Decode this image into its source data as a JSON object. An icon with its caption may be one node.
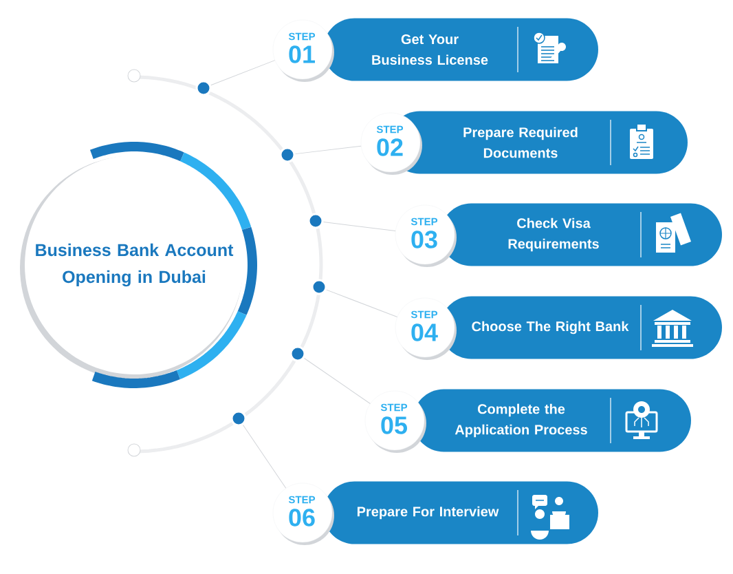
{
  "diagram": {
    "nodes": [
      {
        "text": [
          "Business Bank Account Opening in Dubai"
        ]
      },
      {
        "text": [],
        "shape": "circle"
      },
      {
        "text": [],
        "shape": "circle"
      },
      {
        "text": [],
        "shape": "circle"
      },
      {
        "text": [],
        "shape": "circle"
      },
      {
        "text": [],
        "shape": "circle"
      },
      {
        "text": [],
        "shape": "circle"
      },
      {
        "text": [
          "STEP",
          "01"
        ]
      },
      {
        "text": [
          "Get Your Business License"
        ]
      },
      {
        "text": [
          "STEP",
          "02"
        ]
      },
      {
        "text": [
          "Prepare Required Documents"
        ]
      },
      {
        "text": [
          "STEP",
          "03"
        ]
      },
      {
        "text": [
          "Check Visa Requirements"
        ]
      },
      {
        "text": [
          "STEP",
          "04"
        ]
      },
      {
        "text": [
          "Choose The Right Bank"
        ]
      },
      {
        "text": [
          "STEP",
          "05"
        ]
      },
      {
        "text": [
          "Complete the Application Process"
        ]
      },
      {
        "text": [
          "STEP",
          "06"
        ]
      },
      {
        "text": [
          "Prepare For Interview"
        ]
      }
    ],
    "edges": [
      {
        "from": 1,
        "to": 7,
        "arrow": "none"
      },
      {
        "from": 2,
        "to": 9,
        "arrow": "none"
      },
      {
        "from": 3,
        "to": 11,
        "arrow": "none"
      },
      {
        "from": 4,
        "to": 13,
        "arrow": "none"
      },
      {
        "from": 5,
        "to": 15,
        "arrow": "none"
      },
      {
        "from": 6,
        "to": 17,
        "arrow": "none"
      }
    ]
  }
}
